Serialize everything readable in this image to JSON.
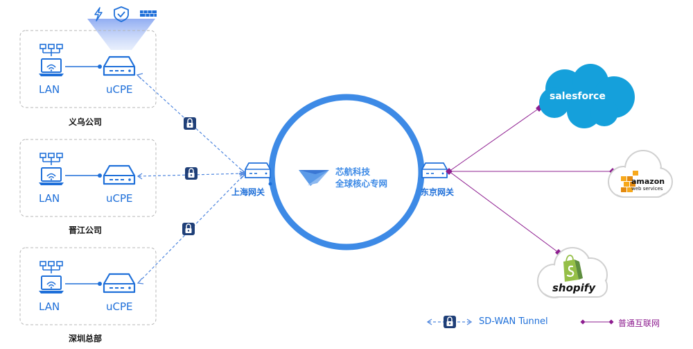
{
  "sites": [
    {
      "lan_label": "LAN",
      "device_label": "uCPE",
      "site_name": "义乌公司"
    },
    {
      "lan_label": "LAN",
      "device_label": "uCPE",
      "site_name": "晋江公司"
    },
    {
      "lan_label": "LAN",
      "device_label": "uCPE",
      "site_name": "深圳总部"
    }
  ],
  "gateways": {
    "left": "上海网关",
    "right": "东京网关"
  },
  "core": {
    "line1": "芯航科技",
    "line2": "全球核心专网"
  },
  "services": {
    "salesforce": "salesforce",
    "amazon_main": "amazon",
    "amazon_sub": "web services",
    "shopify": "shopify"
  },
  "legend": {
    "sdwan": "SD-WAN Tunnel",
    "internet": "普通互联网"
  },
  "colors": {
    "primary_blue": "#1e6fd9",
    "ring_blue": "#3d8ae6",
    "internet_purple": "#8d1c8f",
    "salesforce_blue": "#15a0db",
    "shopify_green": "#95bf47",
    "aws_orange": "#f7a81b"
  }
}
